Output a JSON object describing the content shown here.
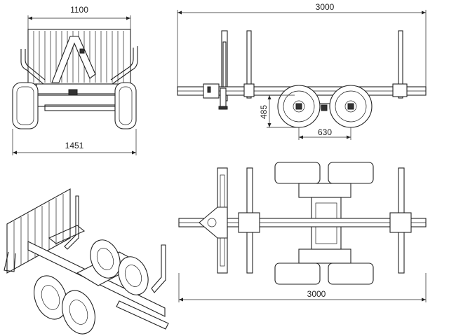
{
  "dimensions": {
    "rear_top_width": "1100",
    "rear_overall_width": "1451",
    "side_length": "3000",
    "side_height": "485",
    "side_axle_spacing": "630",
    "top_length": "3000"
  }
}
